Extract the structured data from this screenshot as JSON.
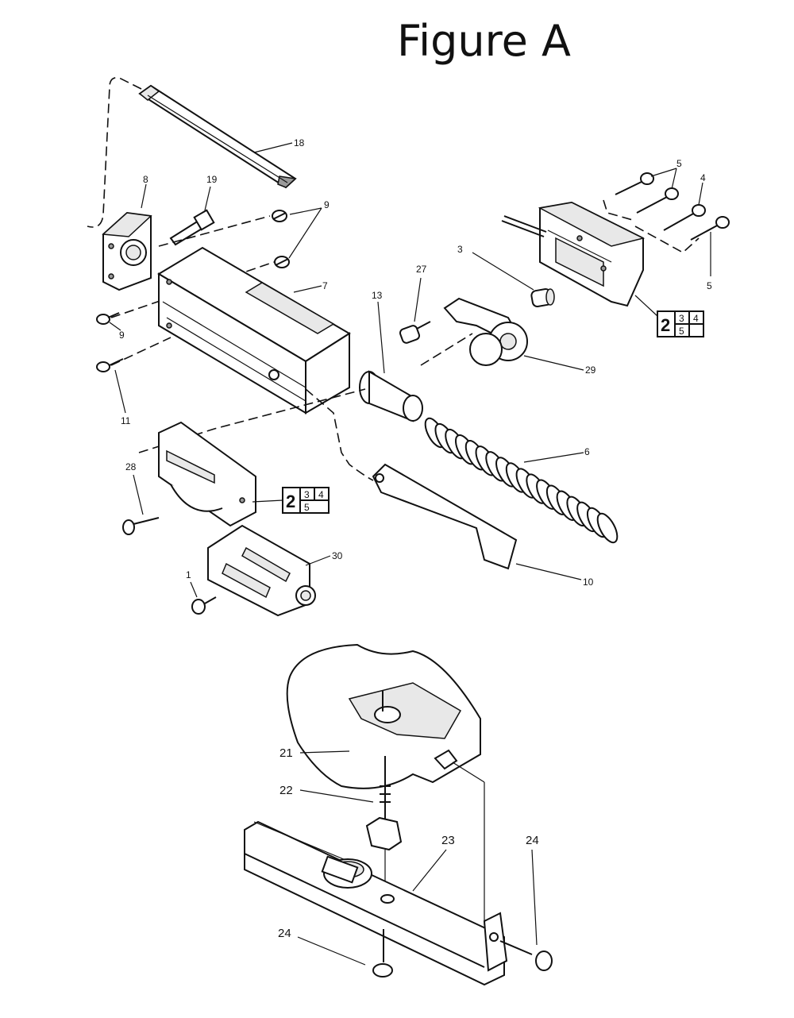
{
  "title": "Figure A",
  "part_labels": {
    "p18": "18",
    "p8": "8",
    "p19": "19",
    "p9a": "9",
    "p9b": "9",
    "p7": "7",
    "p11": "11",
    "p5a": "5",
    "p4": "4",
    "p5b": "5",
    "p3": "3",
    "p27": "27",
    "p13": "13",
    "p29": "29",
    "p6": "6",
    "p28": "28",
    "p30": "30",
    "p1": "1",
    "p10": "10",
    "p21": "21",
    "p22": "22",
    "p23": "23",
    "p24a": "24",
    "p24b": "24"
  },
  "ref_boxes": [
    {
      "main": "2",
      "top_left": "3",
      "top_right": "4",
      "bottom": "5"
    },
    {
      "main": "2",
      "top_left": "3",
      "top_right": "4",
      "bottom": "5"
    }
  ]
}
